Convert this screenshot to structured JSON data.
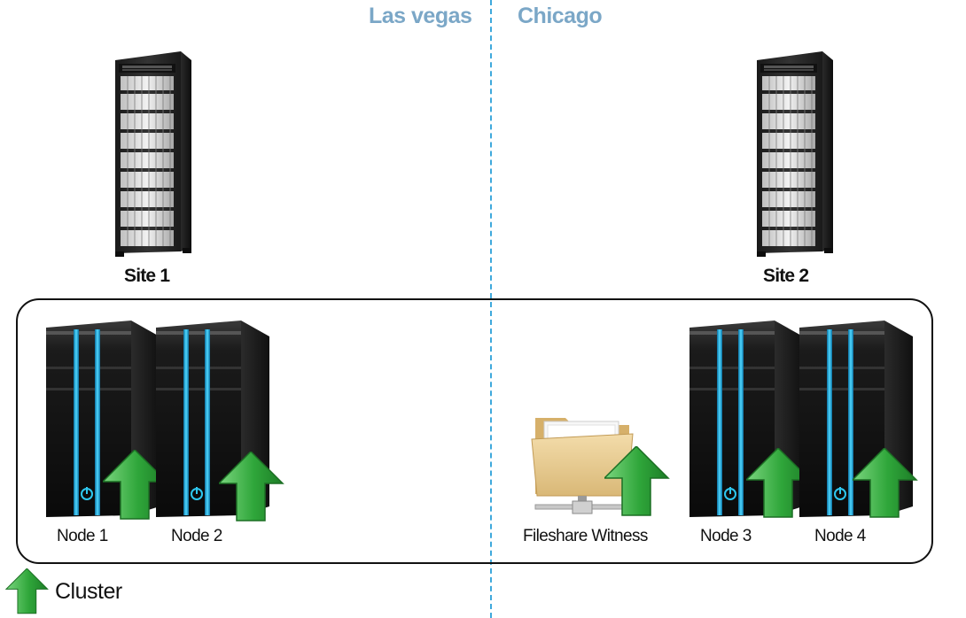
{
  "regions": {
    "left": "Las vegas",
    "right": "Chicago"
  },
  "sites": {
    "site1": "Site 1",
    "site2": "Site 2"
  },
  "nodes": {
    "node1": "Node 1",
    "node2": "Node 2",
    "node3": "Node 3",
    "node4": "Node 4"
  },
  "witness": {
    "label": "Fileshare Witness",
    "icon": "network-folder-icon"
  },
  "legend": {
    "label": "Cluster",
    "icon": "green-up-arrow-icon"
  },
  "colors": {
    "region_title": "#7ba7c7",
    "divider": "#3fa9dc",
    "arrow": "#2fa63a",
    "server_led": "#2ec8f0"
  }
}
